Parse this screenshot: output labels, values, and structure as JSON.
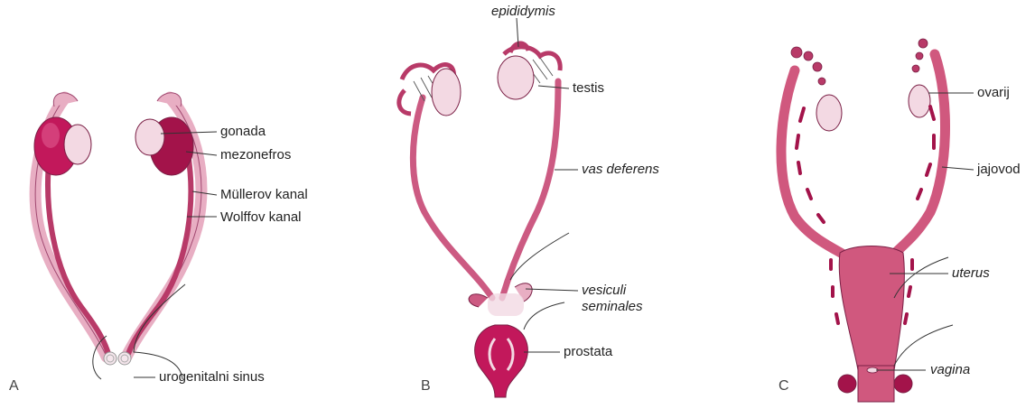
{
  "colors": {
    "duct_dark": "#b83a68",
    "duct_mid": "#cc5a82",
    "duct_light": "#e8aec3",
    "gonad_light": "#f3d9e3",
    "gonad_dark": "#a3134a",
    "outline": "#7a1f45",
    "line": "#333333"
  },
  "panels": [
    {
      "letter": "A",
      "labels": {
        "gonada": "gonada",
        "mezonefros": "mezonefros",
        "mullerov": "Müllerov kanal",
        "wolffov": "Wolffov kanal",
        "sinus": "urogenitalni sinus"
      }
    },
    {
      "letter": "B",
      "labels": {
        "epididymis": "epididymis",
        "testis": "testis",
        "vas": "vas deferens",
        "vesiculi": "vesiculi",
        "seminales": "seminales",
        "prostata": "prostata"
      }
    },
    {
      "letter": "C",
      "labels": {
        "ovarij": "ovarij",
        "jajovod": "jajovod",
        "uterus": "uterus",
        "vagina": "vagina"
      }
    }
  ]
}
